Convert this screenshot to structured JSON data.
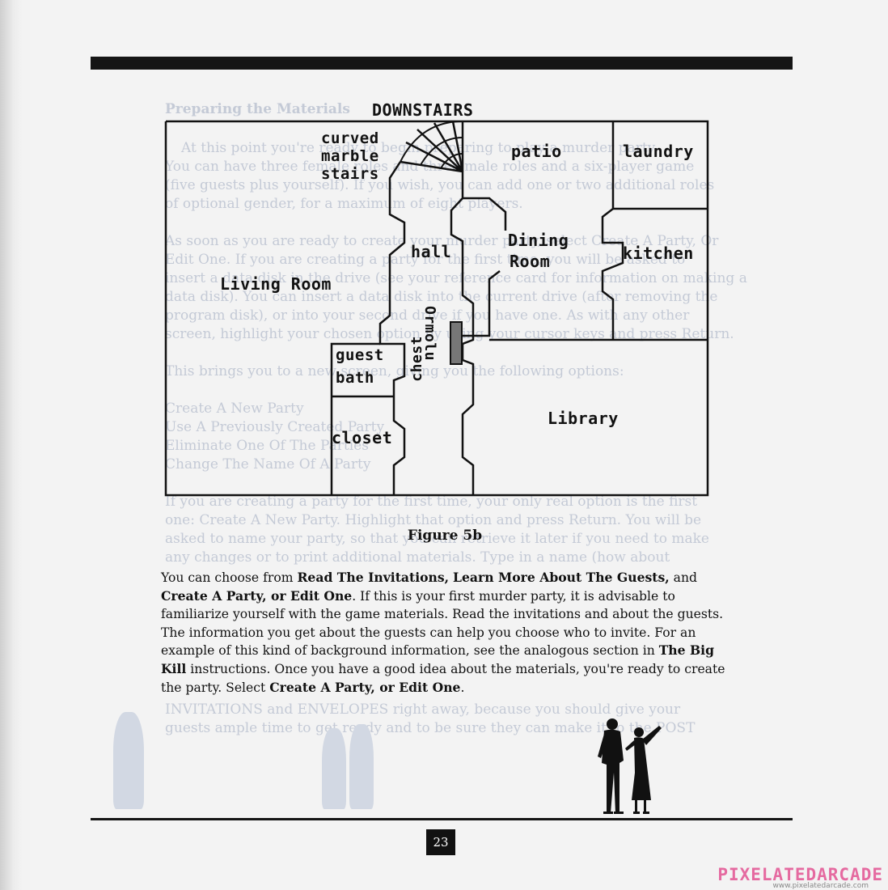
{
  "plan": {
    "title": "DOWNSTAIRS",
    "rooms": {
      "stairs_line1": "curved",
      "stairs_line2": "marble",
      "stairs_line3": "stairs",
      "patio": "patio",
      "laundry": "laundry",
      "hall": "hall",
      "dining_line1": "Dining",
      "dining_line2": "Room",
      "kitchen": "kitchen",
      "living_room": "Living Room",
      "chest_line1": "Ormolu",
      "chest_line2": "chest",
      "guest_line1": "guest",
      "guest_line2": "bath",
      "closet": "closet",
      "library": "Library"
    },
    "caption": "Figure 5b"
  },
  "body": {
    "s1": "You can choose from ",
    "b1": "Read The Invitations,",
    "s2": "  ",
    "b2": "Learn More About The Guests,",
    "s3": " and ",
    "b3": "Create A Party, or Edit One",
    "s4": ".  If this is your first murder party, it is advisable to familiarize yourself with the game  materials.  Read the invitations and about the guests.  The information you get about the guests can help you choose who to invite.  For an example of this kind of background information, see the analogous section in ",
    "b4": "The Big Kill",
    "s5": " instructions.  Once you have a  good idea about the materials, you're ready to create the party.  Select ",
    "b5": "Create A Party, or Edit One",
    "s6": "."
  },
  "page_number": "23",
  "watermark": {
    "brand": "PIXELATEDARCADE",
    "site": "www.pixelatedarcade.com"
  },
  "colors": {
    "ink": "#111111",
    "paper": "#f3f3f3",
    "bleed_through": "#c4cad6",
    "watermark": "#e56aa0"
  }
}
